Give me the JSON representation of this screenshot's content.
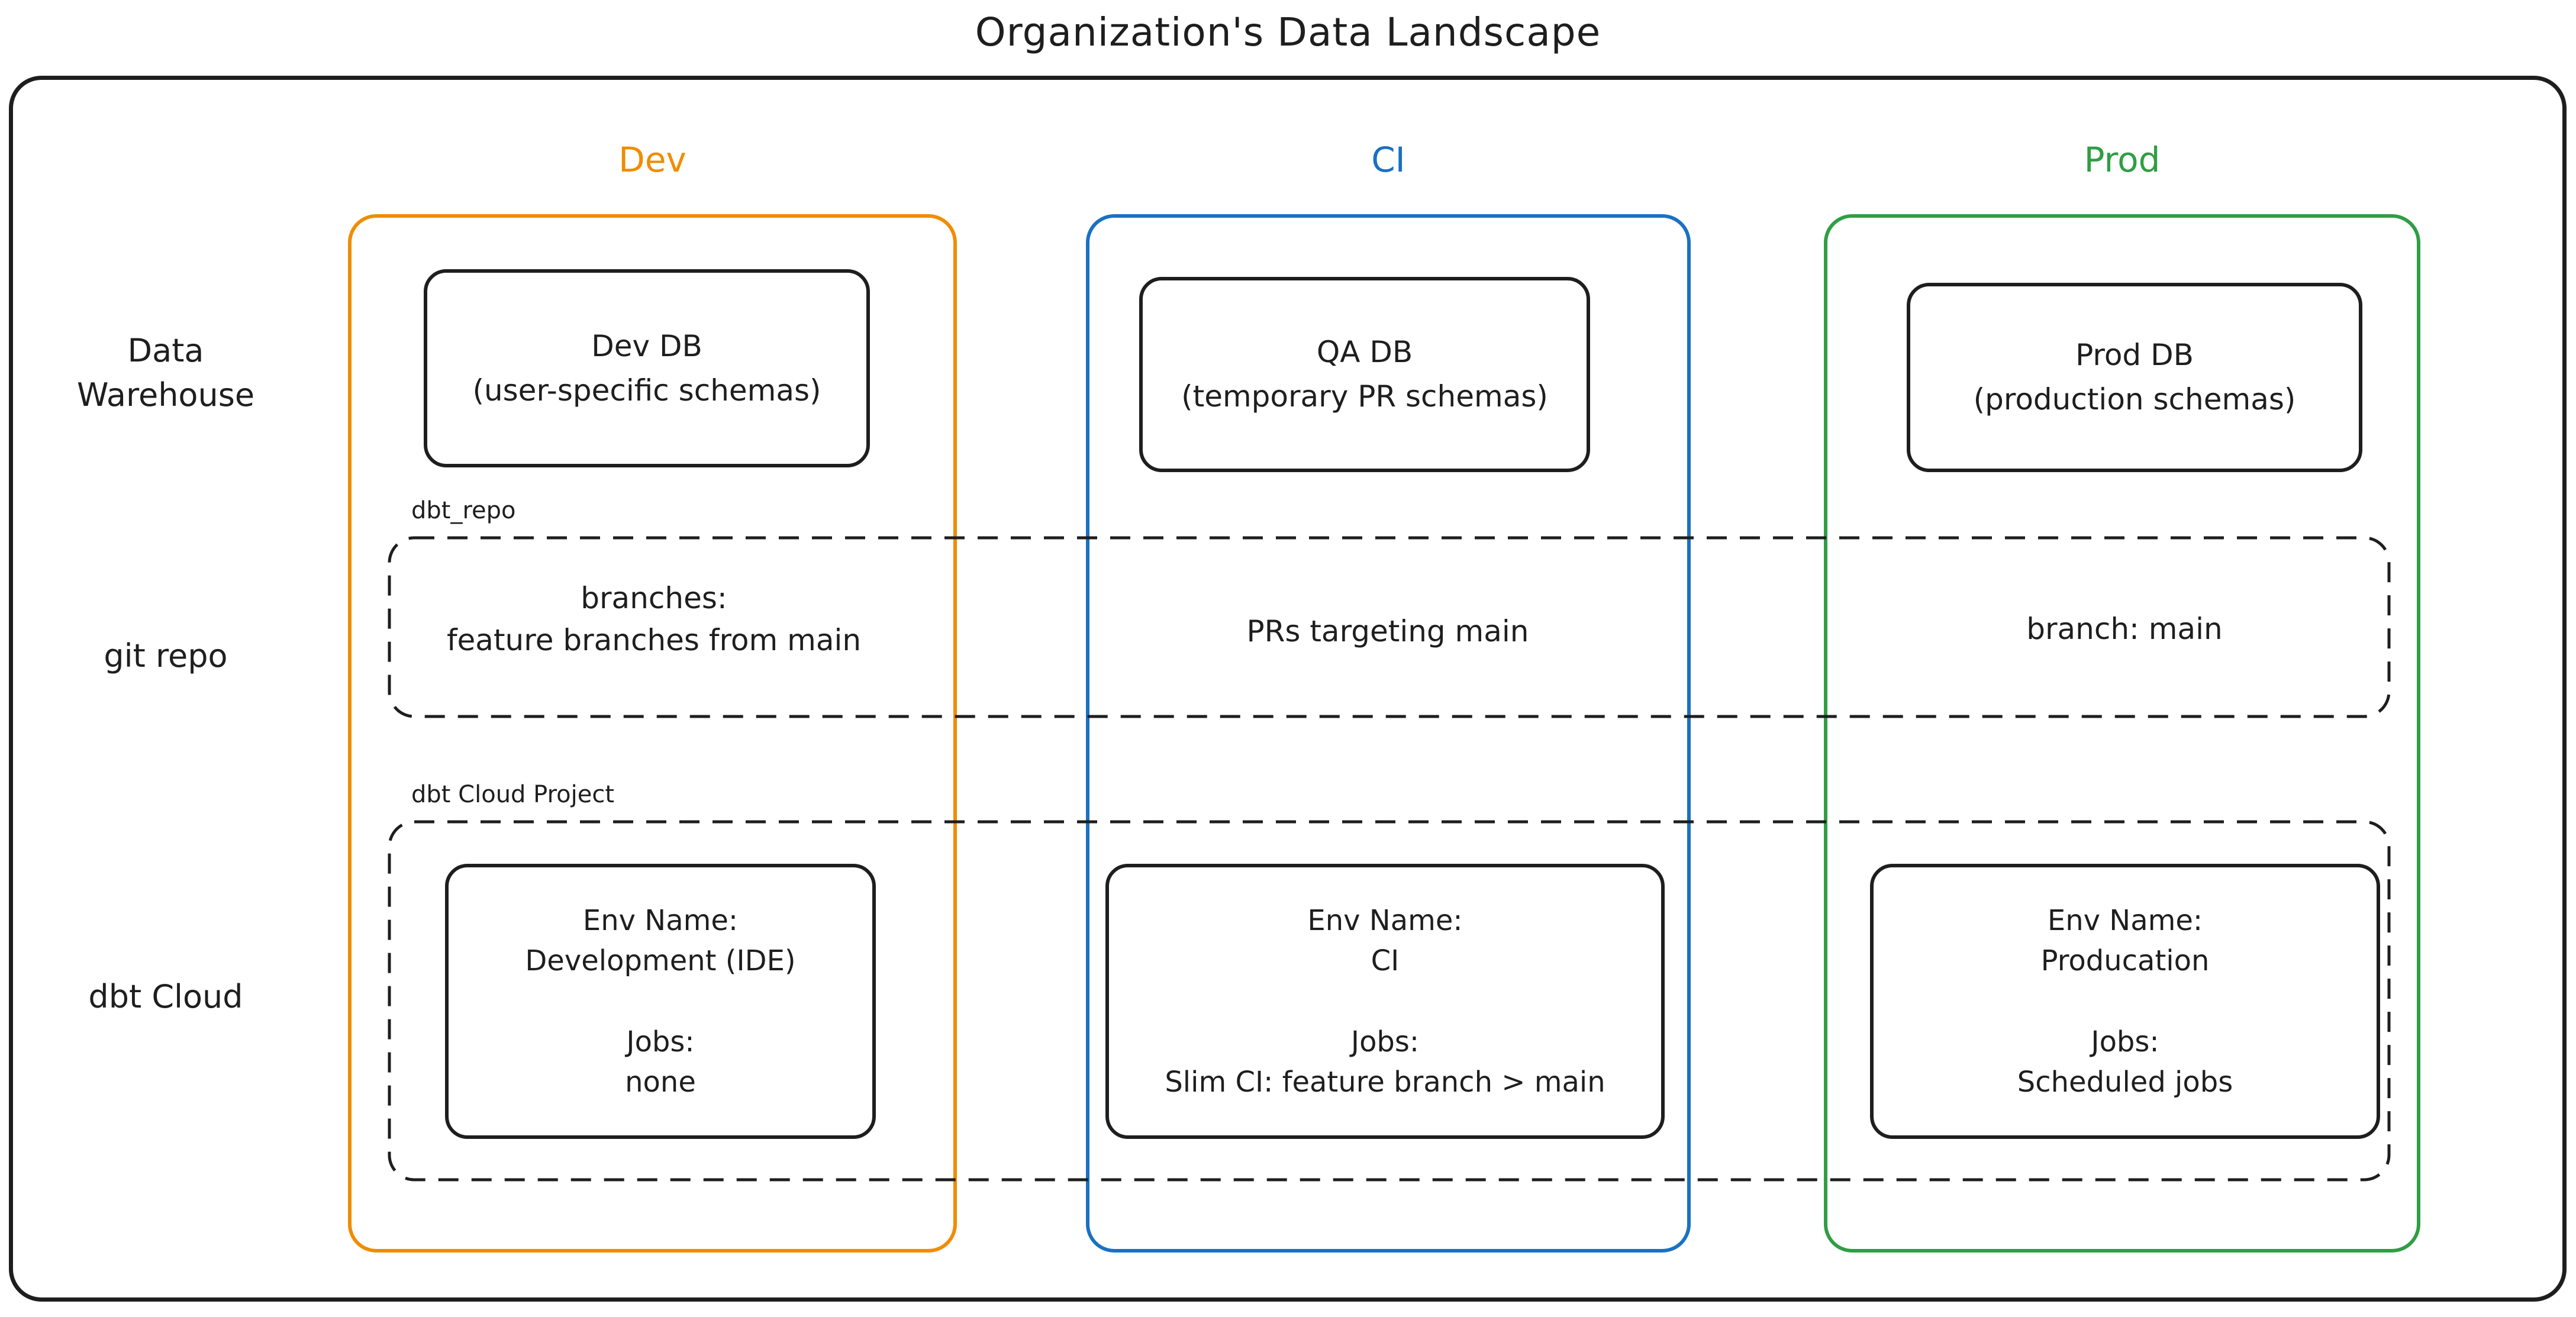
{
  "title": "Organization's Data Landscape",
  "palette": {
    "dev_orange": "#f08c00",
    "ci_blue": "#1971c2",
    "prod_green": "#2f9e44",
    "ink": "#1e1e1e"
  },
  "columns": {
    "dev": {
      "label": "Dev",
      "color": "#f08c00"
    },
    "ci": {
      "label": "CI",
      "color": "#1971c2"
    },
    "prod": {
      "label": "Prod",
      "color": "#2f9e44"
    }
  },
  "row_labels": {
    "warehouse": "Data\nWarehouse",
    "git": "git repo",
    "dbt": "dbt Cloud"
  },
  "warehouse_row": {
    "dev": "Dev DB\n(user-specific schemas)",
    "ci": "QA DB\n(temporary PR schemas)",
    "prod": "Prod DB\n(production schemas)"
  },
  "git_row": {
    "label": "dbt_repo",
    "dev": "branches:\nfeature branches from main",
    "ci": "PRs targeting main",
    "prod": "branch: main"
  },
  "dbt_row": {
    "label": "dbt Cloud Project",
    "dev": "Env Name:\nDevelopment (IDE)\n\nJobs:\nnone",
    "ci": "Env Name:\nCI\n\nJobs:\nSlim CI: feature branch > main",
    "prod": "Env Name:\nProducation\n\nJobs:\nScheduled jobs"
  }
}
